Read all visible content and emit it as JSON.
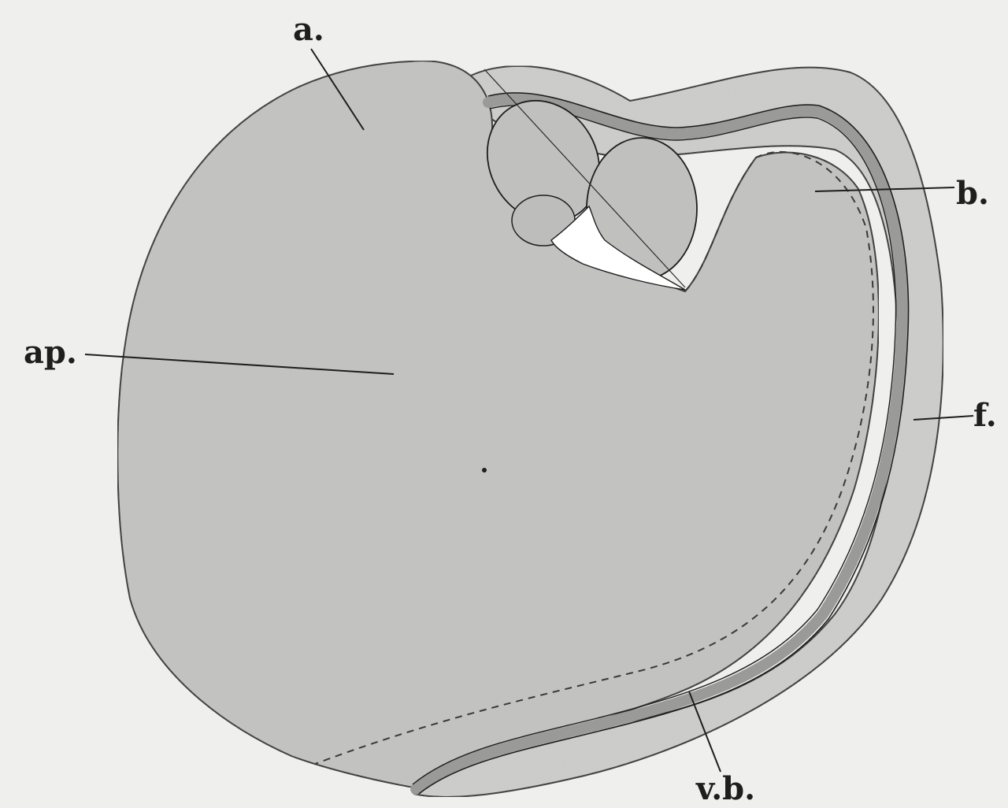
{
  "figure": {
    "labels": {
      "a": "a.",
      "ap": "ap.",
      "b": "b.",
      "f": "f.",
      "vb": "v.b."
    }
  },
  "colors": {
    "background": "#efefed",
    "body_fill": "#c4c4c2",
    "rim_fill": "#cfcfcd",
    "vitelline_band": "#9a9a98",
    "ink": "#1e1e1e",
    "cavity": "#ffffff"
  }
}
